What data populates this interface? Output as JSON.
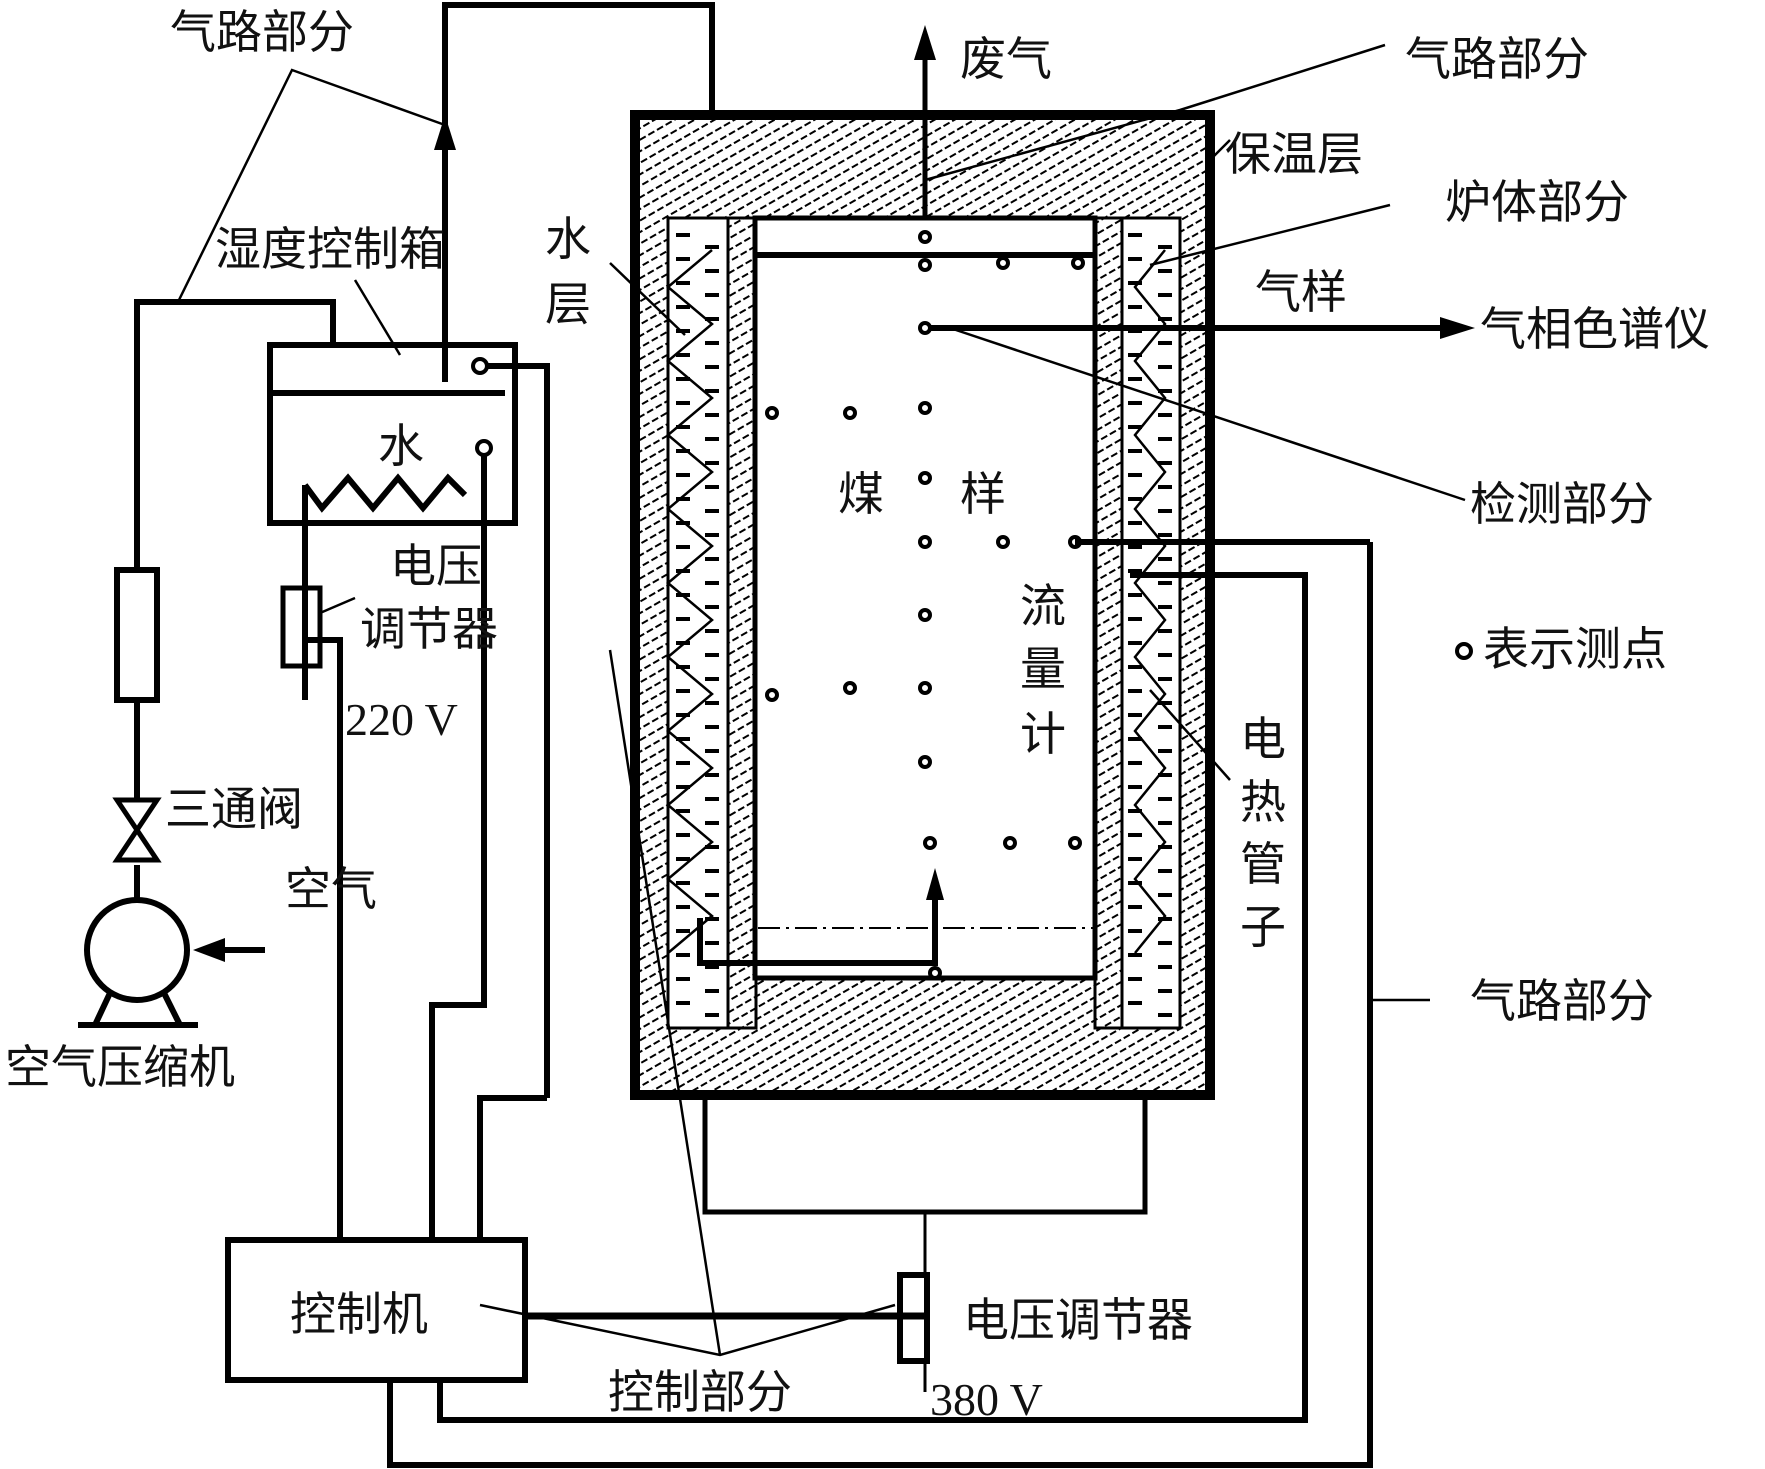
{
  "labels": {
    "gas_path_top_left": "气路部分",
    "humidity_box": "湿度控制箱",
    "water_in_box": "水",
    "water_layer_1": "水",
    "water_layer_2": "层",
    "voltage_reg_small_1": "电压",
    "voltage_reg_small_2": "调节器",
    "v220": "220 V",
    "three_way_valve": "三通阀",
    "air": "空气",
    "air_compressor": "空气压缩机",
    "exhaust": "废气",
    "gas_path_top_right": "气路部分",
    "insulation": "保温层",
    "furnace": "炉体部分",
    "gas_sample": "气样",
    "gas_chromatograph": "气相色谱仪",
    "detection": "检测部分",
    "coal_sample_1": "煤",
    "coal_sample_2": "样",
    "flowmeter_1": "流",
    "flowmeter_2": "量",
    "flowmeter_3": "计",
    "legend_point": "表示测点",
    "heater_1": "电",
    "heater_2": "热",
    "heater_3": "管",
    "heater_4": "子",
    "gas_path_right": "气路部分",
    "controller": "控制机",
    "voltage_reg_large": "电压调节器",
    "control_part": "控制部分",
    "v380": "380 V"
  },
  "components": [
    "air-compressor",
    "three-way-valve",
    "flowmeter-tube",
    "humidity-control-box",
    "voltage-regulator-220v",
    "furnace",
    "insulation-layer",
    "water-layer",
    "electric-heating-tube",
    "controller",
    "voltage-regulator-380v",
    "gas-chromatograph"
  ]
}
